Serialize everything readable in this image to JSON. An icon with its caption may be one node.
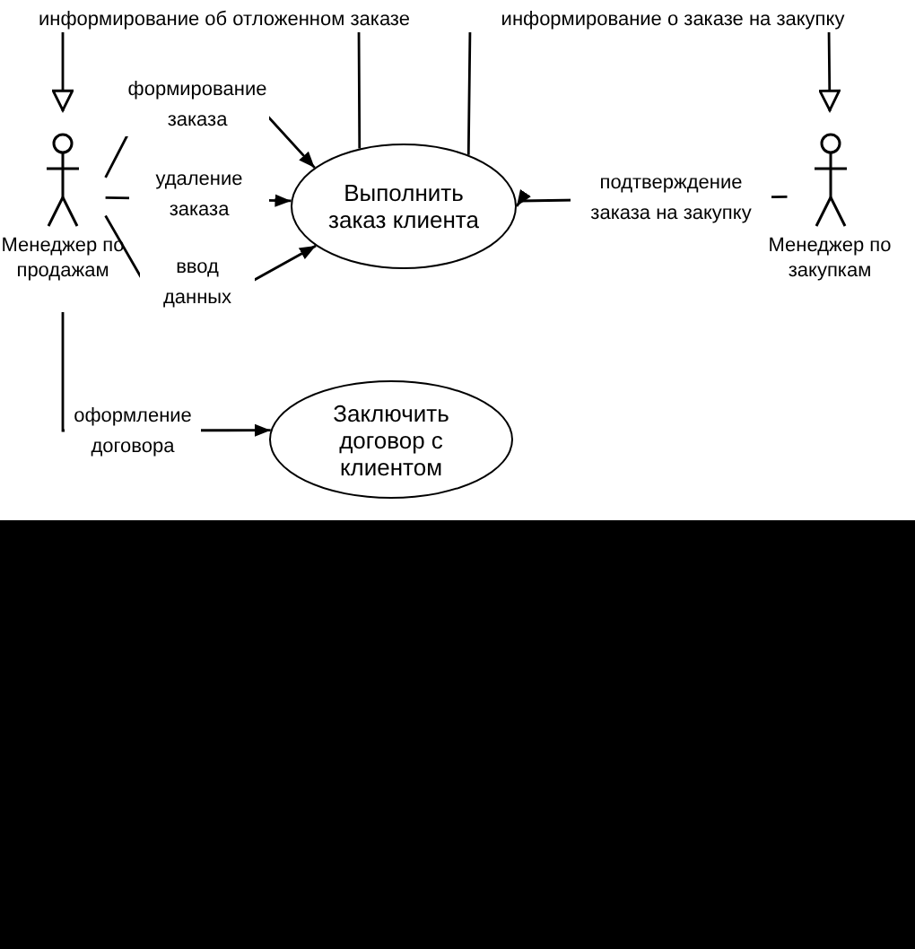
{
  "diagram": {
    "nodes": [
      {
        "text": [
          "Менеджер по продажам"
        ]
      },
      {
        "text": [
          "Выполнить заказ клиента"
        ]
      },
      {
        "text": [
          "Менеджер по закупкам"
        ]
      },
      {
        "text": [
          "Заключить договор с клиентом"
        ]
      }
    ],
    "edges": [
      {
        "from": 1,
        "to": 0,
        "arrow": "to",
        "label": "информирование об отложенном заказе"
      },
      {
        "from": 1,
        "to": 2,
        "arrow": "to",
        "label": "информирование о заказе на закупку"
      },
      {
        "from": 0,
        "to": 1,
        "arrow": "to",
        "label": "формирование заказа"
      },
      {
        "from": 0,
        "to": 1,
        "arrow": "to",
        "label": "удаление заказа"
      },
      {
        "from": 0,
        "to": 1,
        "arrow": "to",
        "label": "ввод данных"
      },
      {
        "from": 2,
        "to": 1,
        "arrow": "to",
        "label": "подтверждение заказа на закупку"
      },
      {
        "from": 0,
        "to": 3,
        "arrow": "to",
        "label": "оформление договора"
      }
    ]
  }
}
